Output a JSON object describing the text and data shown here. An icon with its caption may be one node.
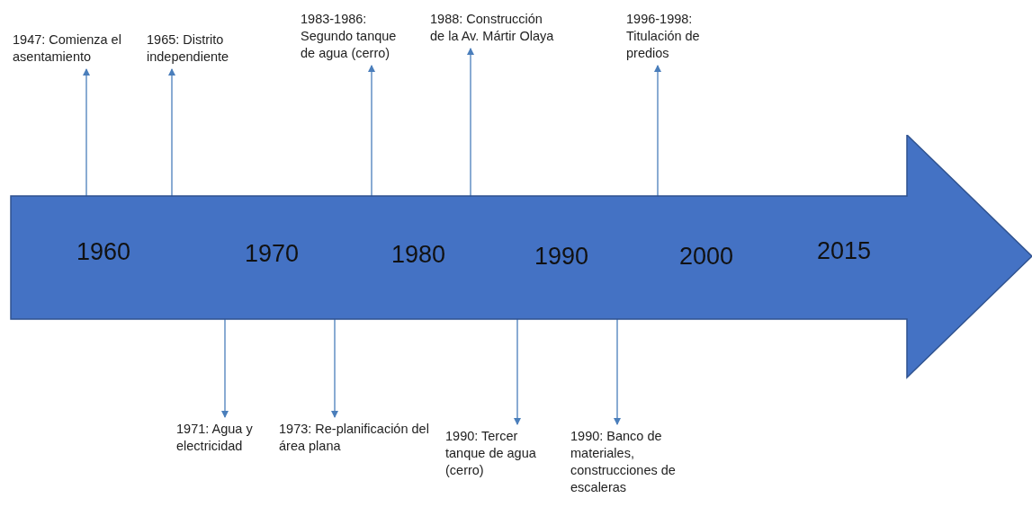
{
  "diagram": {
    "nodes": [
      {
        "text": [
          "1960",
          "1970",
          "1980",
          "1990",
          "2000",
          "2015"
        ]
      },
      {
        "text": [
          "1947: Comienza el asentamiento"
        ]
      },
      {
        "text": [
          "1965: Distrito independiente"
        ]
      },
      {
        "text": [
          "1983-1986: Segundo tanque de agua (cerro)"
        ]
      },
      {
        "text": [
          "1988: Construcción de la Av. Mártir Olaya"
        ]
      },
      {
        "text": [
          "1996-1998: Titulación de predios"
        ]
      },
      {
        "text": [
          "1971: Agua y electricidad"
        ]
      },
      {
        "text": [
          "1973: Re-planificación del área plana"
        ]
      },
      {
        "text": [
          "1990: Tercer tanque de agua (cerro)"
        ]
      },
      {
        "text": [
          "1990: Banco de materiales, construcciones de escaleras"
        ]
      }
    ],
    "edges": [
      {
        "from": 0,
        "to": 1,
        "arrow": "to"
      },
      {
        "from": 0,
        "to": 2,
        "arrow": "to"
      },
      {
        "from": 0,
        "to": 3,
        "arrow": "to"
      },
      {
        "from": 0,
        "to": 4,
        "arrow": "to"
      },
      {
        "from": 0,
        "to": 5,
        "arrow": "to"
      },
      {
        "from": 0,
        "to": 6,
        "arrow": "to"
      },
      {
        "from": 0,
        "to": 7,
        "arrow": "to"
      },
      {
        "from": 0,
        "to": 8,
        "arrow": "to"
      },
      {
        "from": 0,
        "to": 9,
        "arrow": "to"
      }
    ]
  }
}
